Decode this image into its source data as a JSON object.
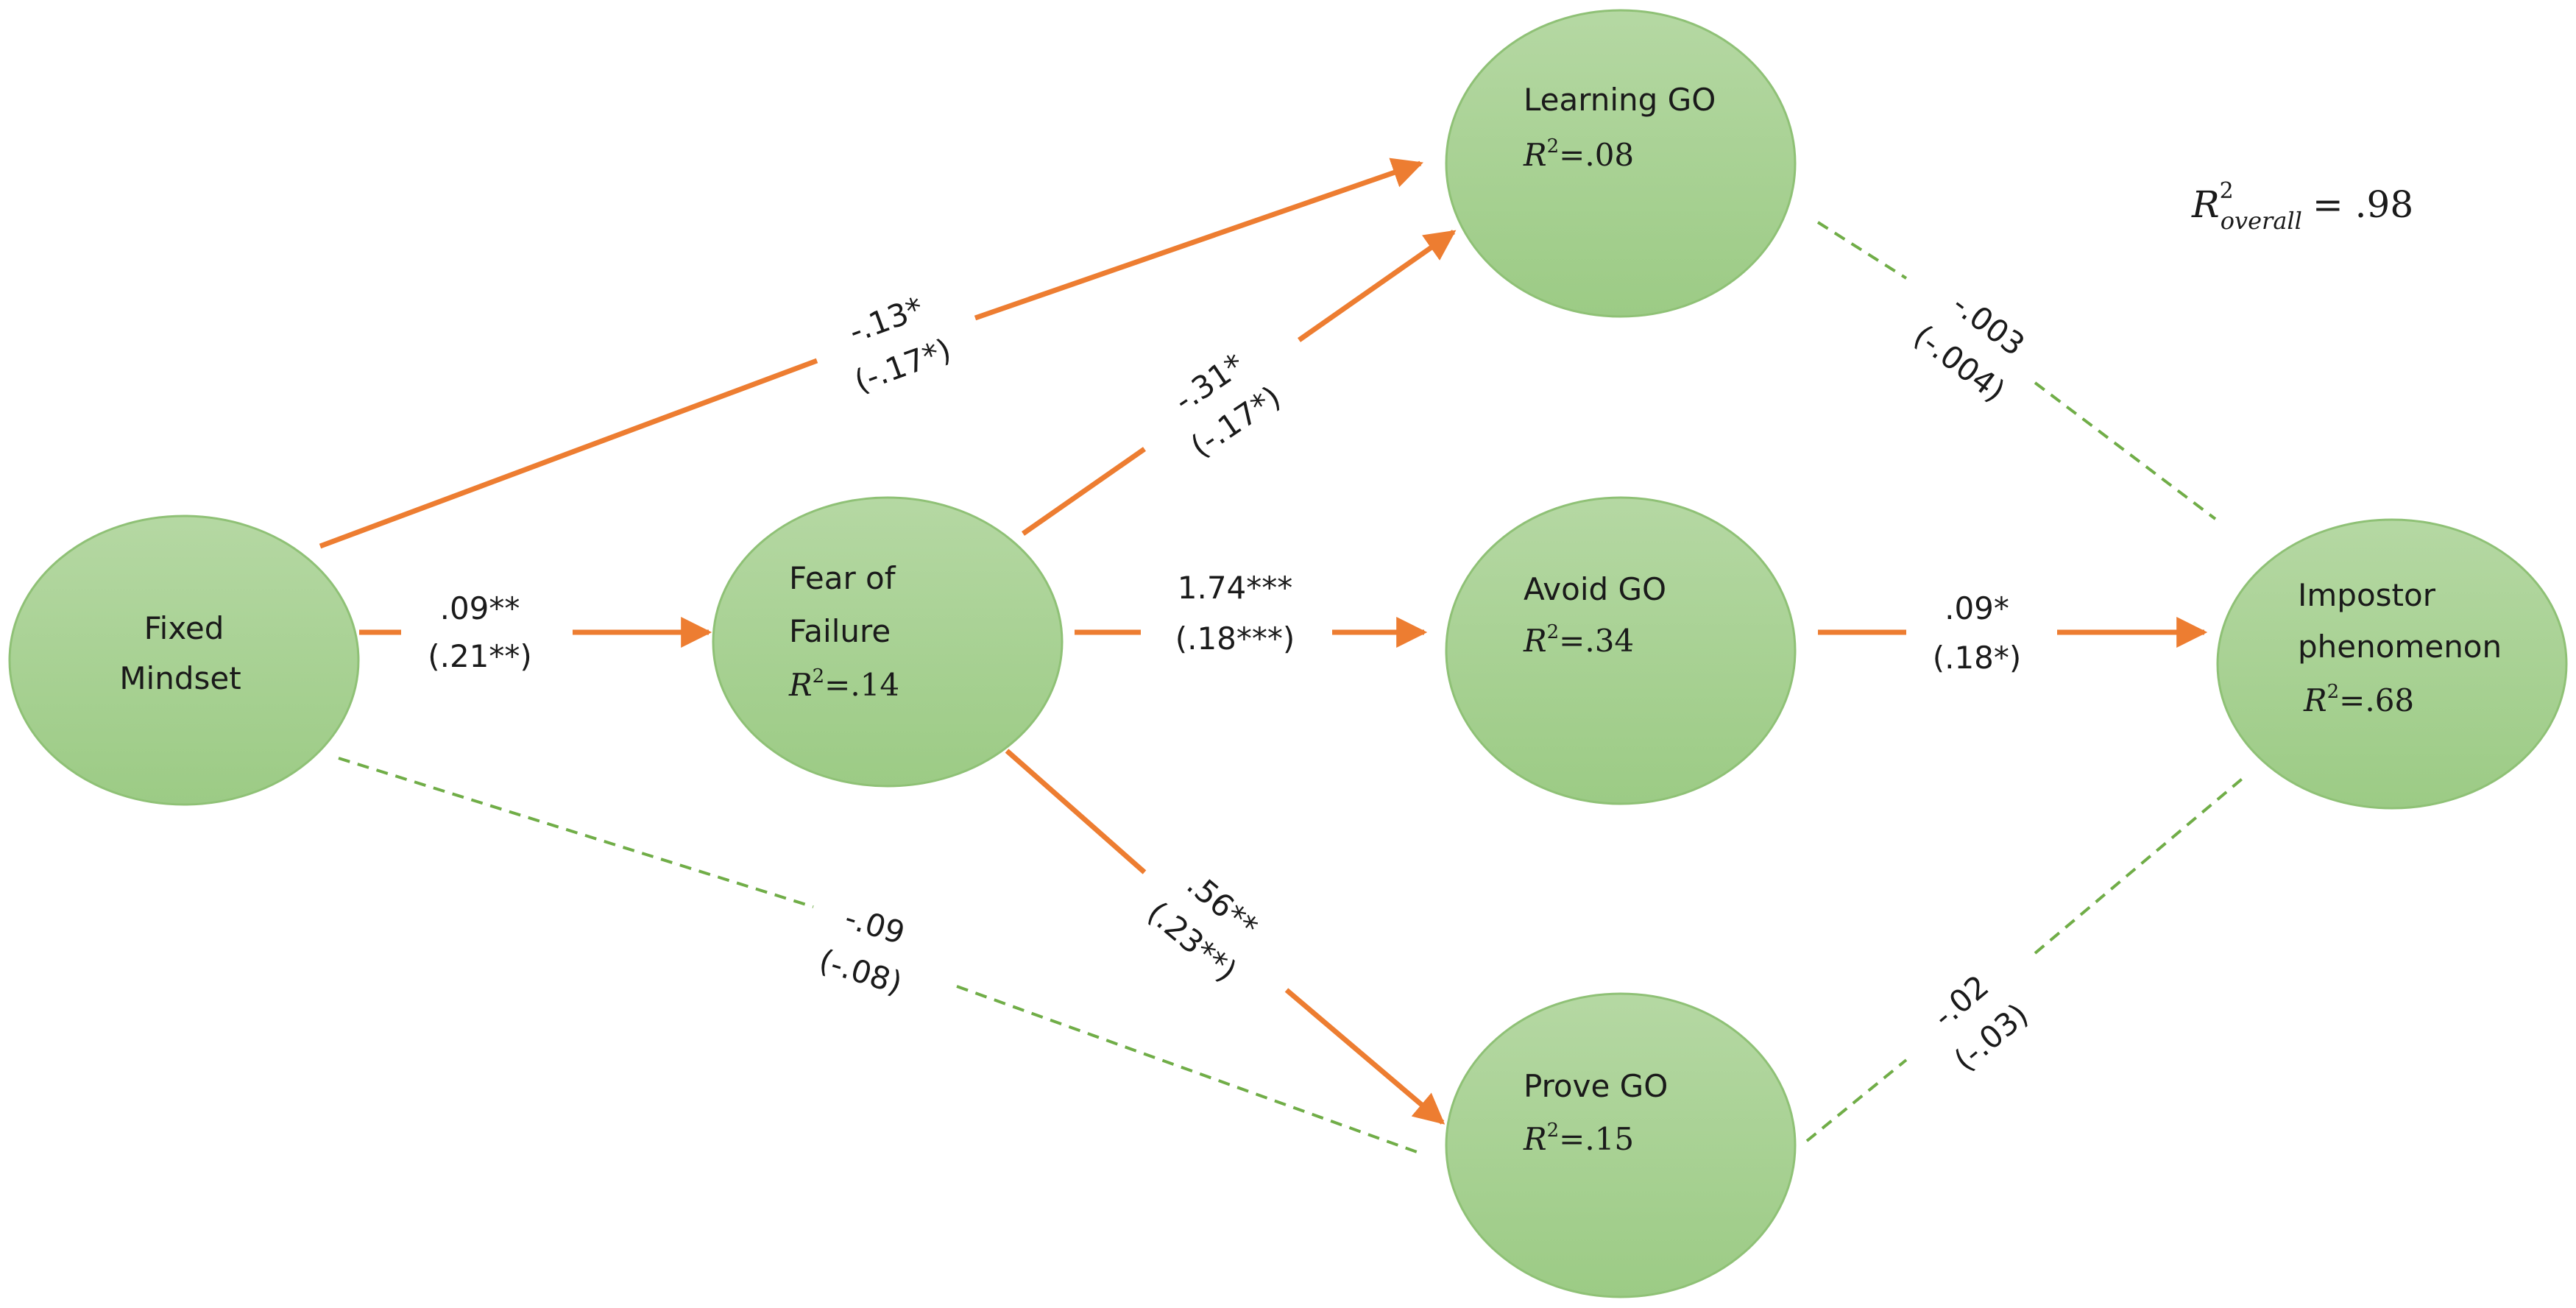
{
  "colors": {
    "node_fill_top": "#b5d8a3",
    "node_fill_bottom": "#9ccb85",
    "node_stroke": "#8fc176",
    "significant_path": "#ed7d31",
    "nonsignificant_path": "#70ad47"
  },
  "overall": {
    "symbol": "R",
    "superscript": "2",
    "subscript": "overall",
    "value": "= .98"
  },
  "nodes": {
    "fixed_mindset": {
      "line1": "Fixed",
      "line2": "Mindset"
    },
    "fear_of_failure": {
      "line1": "Fear of",
      "line2": "Failure",
      "r2_value": "=.14"
    },
    "learning_go": {
      "line1": "Learning GO",
      "r2_value": "=.08"
    },
    "avoid_go": {
      "line1": "Avoid GO",
      "r2_value": "=.34"
    },
    "prove_go": {
      "line1": "Prove GO",
      "r2_value": "=.15"
    },
    "impostor": {
      "line1": "Impostor",
      "line2": "phenomenon",
      "r2_value": "=.68"
    }
  },
  "r2_symbol": {
    "letter": "R",
    "superscript": "2"
  },
  "paths": [
    {
      "id": "fixed-to-learning",
      "from": "Fixed Mindset",
      "to": "Learning GO",
      "significant": true,
      "coef": "-.13*",
      "std": "(-.17*)"
    },
    {
      "id": "fixed-to-fear",
      "from": "Fixed Mindset",
      "to": "Fear of Failure",
      "significant": true,
      "coef": ".09**",
      "std": "(.21**)"
    },
    {
      "id": "fixed-to-prove",
      "from": "Fixed Mindset",
      "to": "Prove GO",
      "significant": false,
      "coef": "-.09",
      "std": "(-.08)"
    },
    {
      "id": "fear-to-learning",
      "from": "Fear of Failure",
      "to": "Learning GO",
      "significant": true,
      "coef": "-.31*",
      "std": "(-.17*)"
    },
    {
      "id": "fear-to-avoid",
      "from": "Fear of Failure",
      "to": "Avoid GO",
      "significant": true,
      "coef": "1.74***",
      "std": "(.18***)"
    },
    {
      "id": "fear-to-prove",
      "from": "Fear of Failure",
      "to": "Prove GO",
      "significant": true,
      "coef": ".56**",
      "std": "(.23**)"
    },
    {
      "id": "learning-to-impostor",
      "from": "Learning GO",
      "to": "Impostor phenomenon",
      "significant": false,
      "coef": "-.003",
      "std": "(-.004)"
    },
    {
      "id": "avoid-to-impostor",
      "from": "Avoid GO",
      "to": "Impostor phenomenon",
      "significant": true,
      "coef": ".09*",
      "std": "(.18*)"
    },
    {
      "id": "prove-to-impostor",
      "from": "Prove GO",
      "to": "Impostor phenomenon",
      "significant": false,
      "coef": "-.02",
      "std": "(-.03)"
    }
  ]
}
